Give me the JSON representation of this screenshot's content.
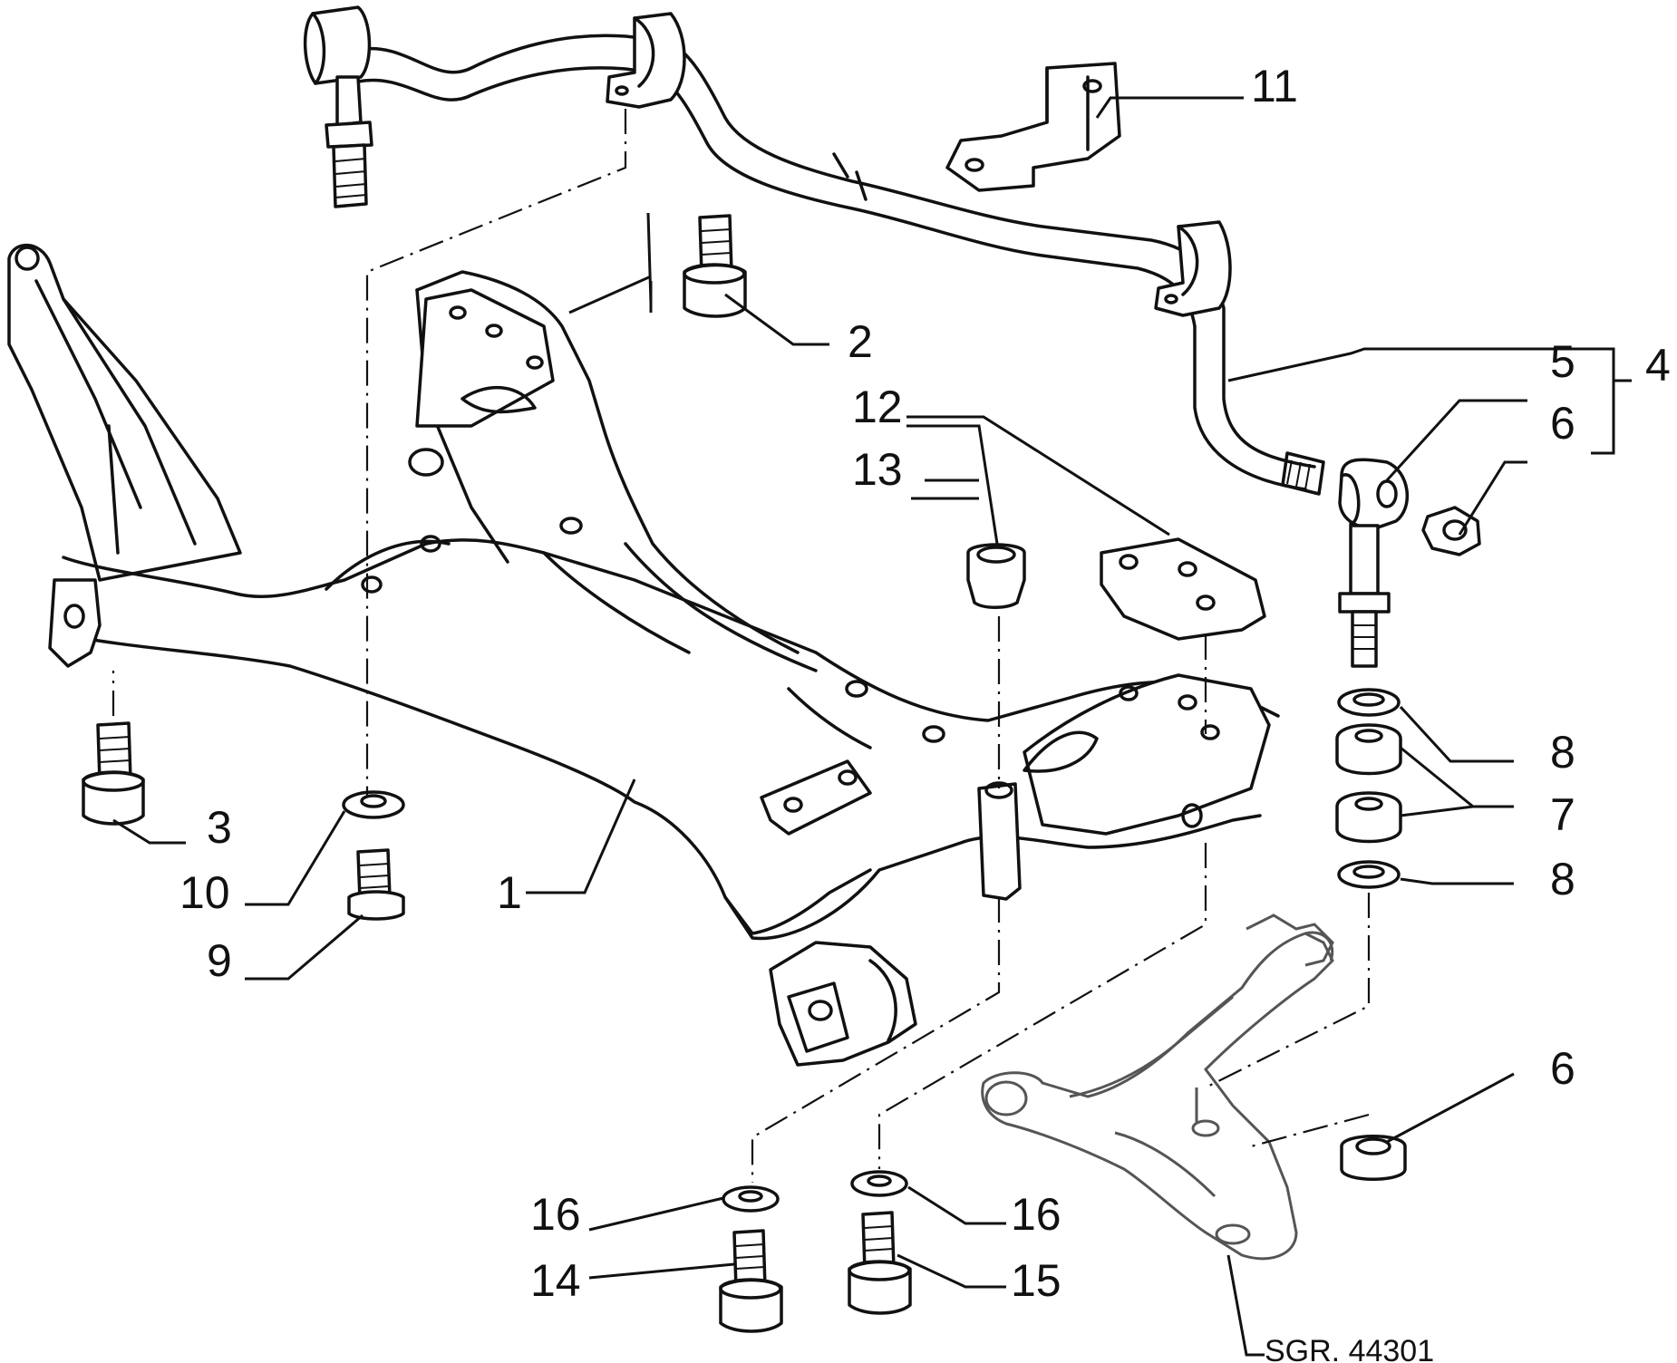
{
  "callouts": {
    "c1": "1",
    "c2": "2",
    "c3": "3",
    "c4": "4",
    "c5": "5",
    "c6a": "6",
    "c6b": "6",
    "c7": "7",
    "c8a": "8",
    "c8b": "8",
    "c9": "9",
    "c10": "10",
    "c11": "11",
    "c12": "12",
    "c13": "13",
    "c14": "14",
    "c15": "15",
    "c16a": "16",
    "c16b": "16"
  },
  "reference": "SGR. 44301"
}
